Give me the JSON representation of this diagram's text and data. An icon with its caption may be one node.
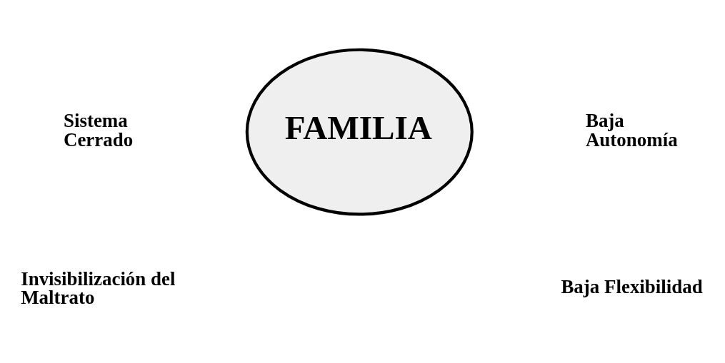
{
  "diagram": {
    "nodes": [
      {
        "text": [
          "FAMILIA"
        ]
      }
    ],
    "labels": [
      "Sistema Cerrado",
      "Baja Autonomía",
      "Invisibilización del Maltrato",
      "Baja Flexibilidad"
    ]
  }
}
